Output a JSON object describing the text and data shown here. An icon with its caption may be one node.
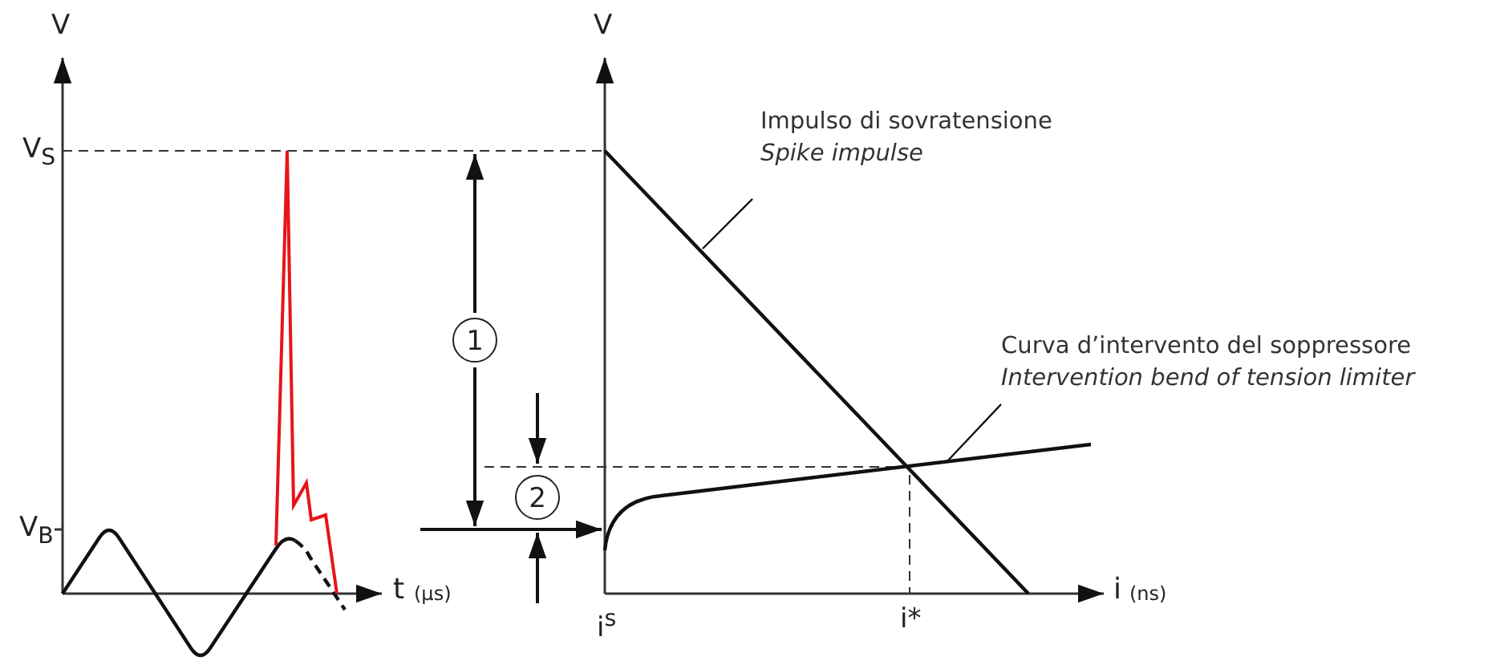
{
  "diagram": {
    "nodes": [
      {
        "text": [
          "Impulso di sovratensione",
          "Spike impulse"
        ]
      },
      {
        "text": [
          "Curva d’intervento del soppressore",
          "Intervention bend of tension limiter"
        ]
      }
    ],
    "edges": [
      {
        "from": 0,
        "to": null,
        "arrow": "none"
      },
      {
        "from": 1,
        "to": null,
        "arrow": "none"
      }
    ],
    "labels": [
      "V",
      "V",
      "V$_{S}$",
      "1",
      "2",
      "V$_{B}$",
      "t",
      "(µs)",
      "i",
      "(ns)",
      "i$^{s}$",
      "i*"
    ]
  }
}
